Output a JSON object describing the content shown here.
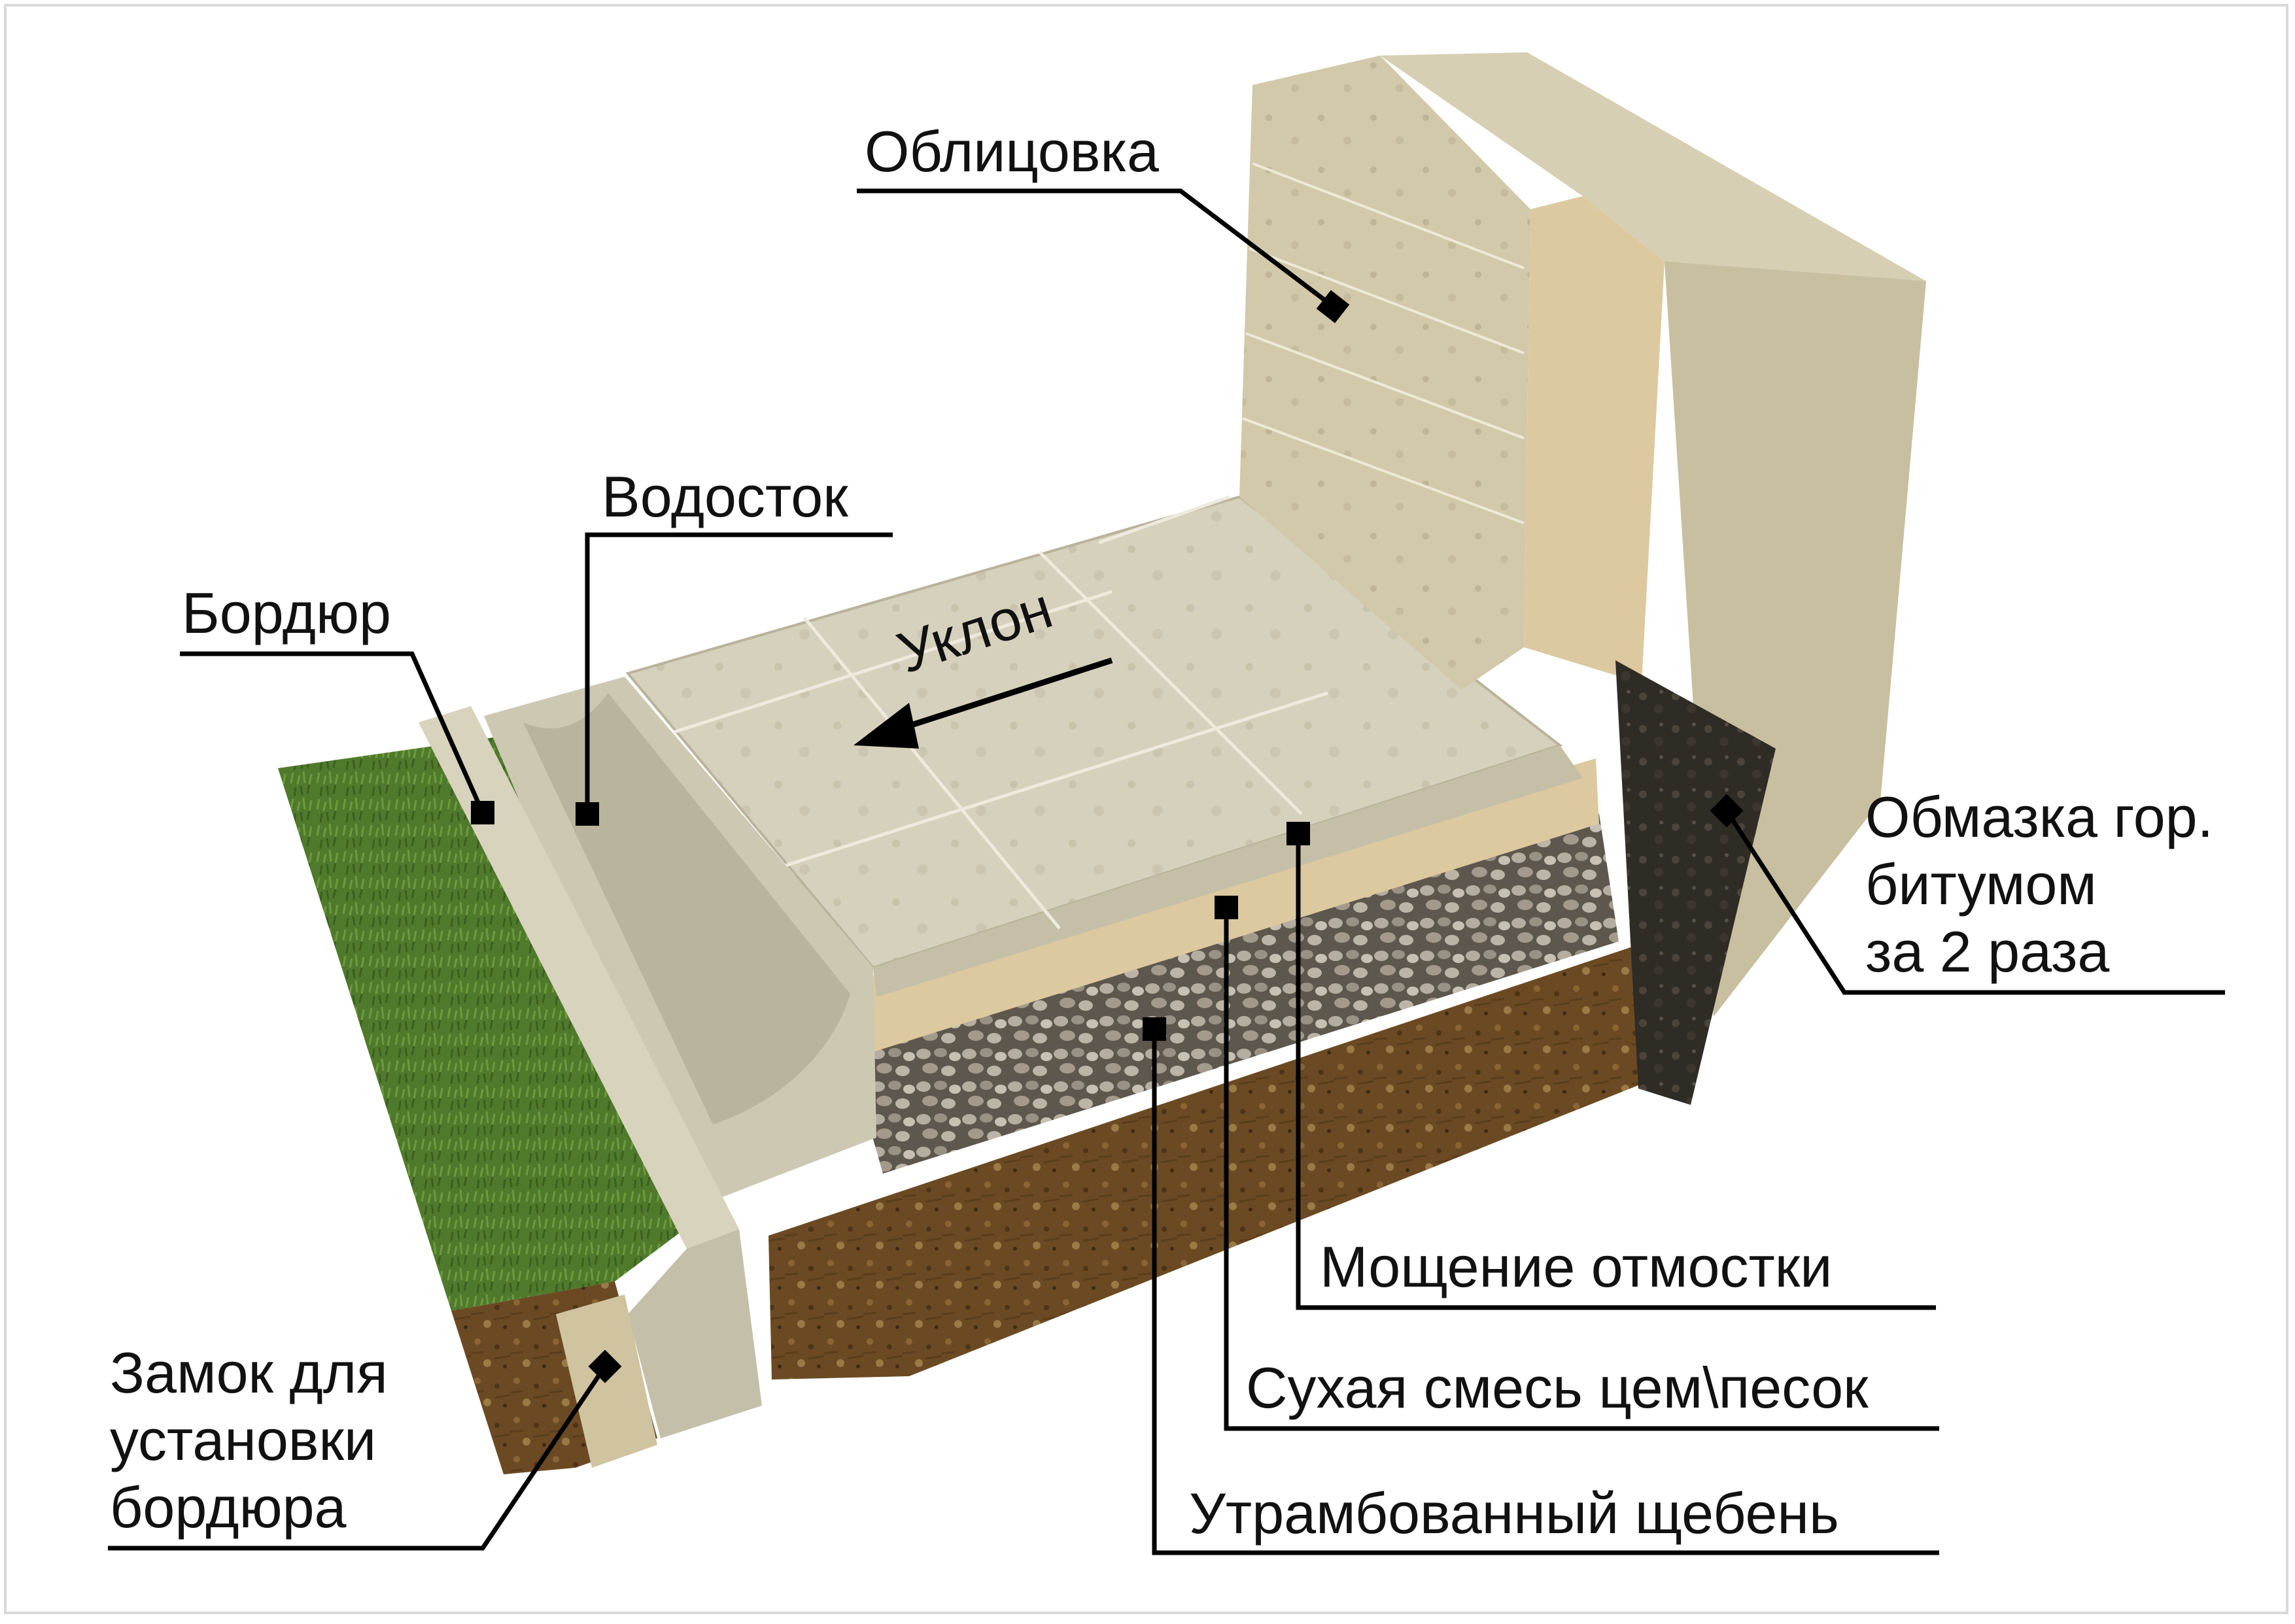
{
  "labels": {
    "cladding": "Облицовка",
    "gutter": "Водосток",
    "curb": "Бордюр",
    "slope": "Уклон",
    "bitumen": [
      "Обмазка гор.",
      "битумом",
      "за 2 раза"
    ],
    "paving": "Мощение отмостки",
    "dry_mix": "Сухая смесь цем\\песок",
    "gravel": "Утрамбованный щебень",
    "curb_lock": [
      "Замок для",
      "установки",
      "бордюра"
    ]
  },
  "colors": {
    "grass": "#4f7a2c",
    "soil": "#6b4a23",
    "concrete": "#cfcab3",
    "sand": "#dcc9a0",
    "gravel": "#8c8578",
    "bitumen": "#2f2b25",
    "leader": "#000000"
  }
}
